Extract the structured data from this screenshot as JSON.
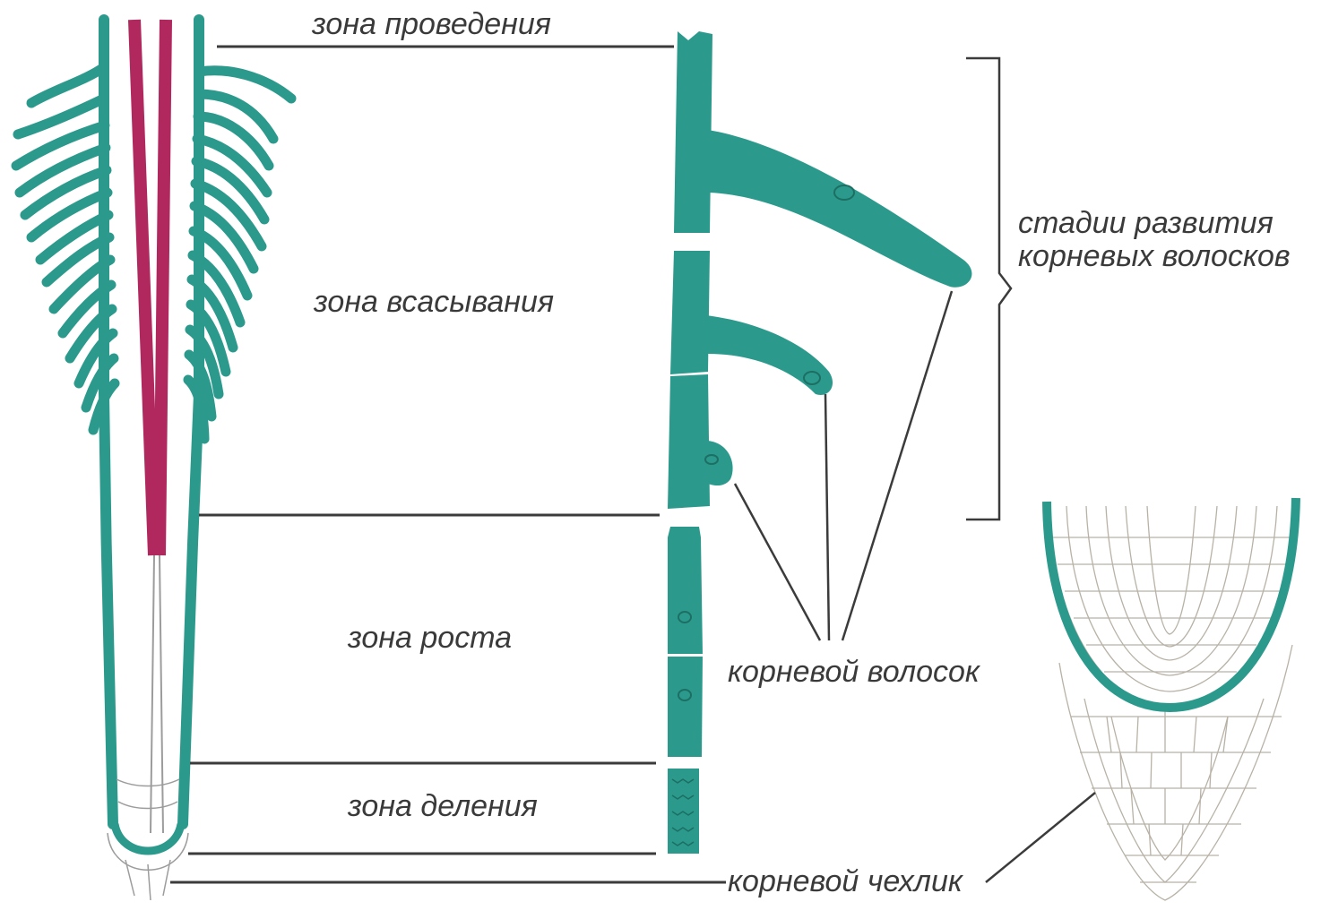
{
  "colors": {
    "root_tissue": "#2b9a8c",
    "vascular": "#b0285e",
    "line": "#3b3b3b",
    "cell_outline": "#9c9c9c",
    "text": "#3a3a3a"
  },
  "labels": {
    "zone_conduction": "зона проведения",
    "zone_absorption": "зона всасывания",
    "zone_growth": "зона роста",
    "zone_division": "зона деления",
    "root_hair": "корневой волосок",
    "root_cap": "корневой чехлик",
    "hair_stages_line1": "стадии развития",
    "hair_stages_line2": "корневых волосков"
  }
}
